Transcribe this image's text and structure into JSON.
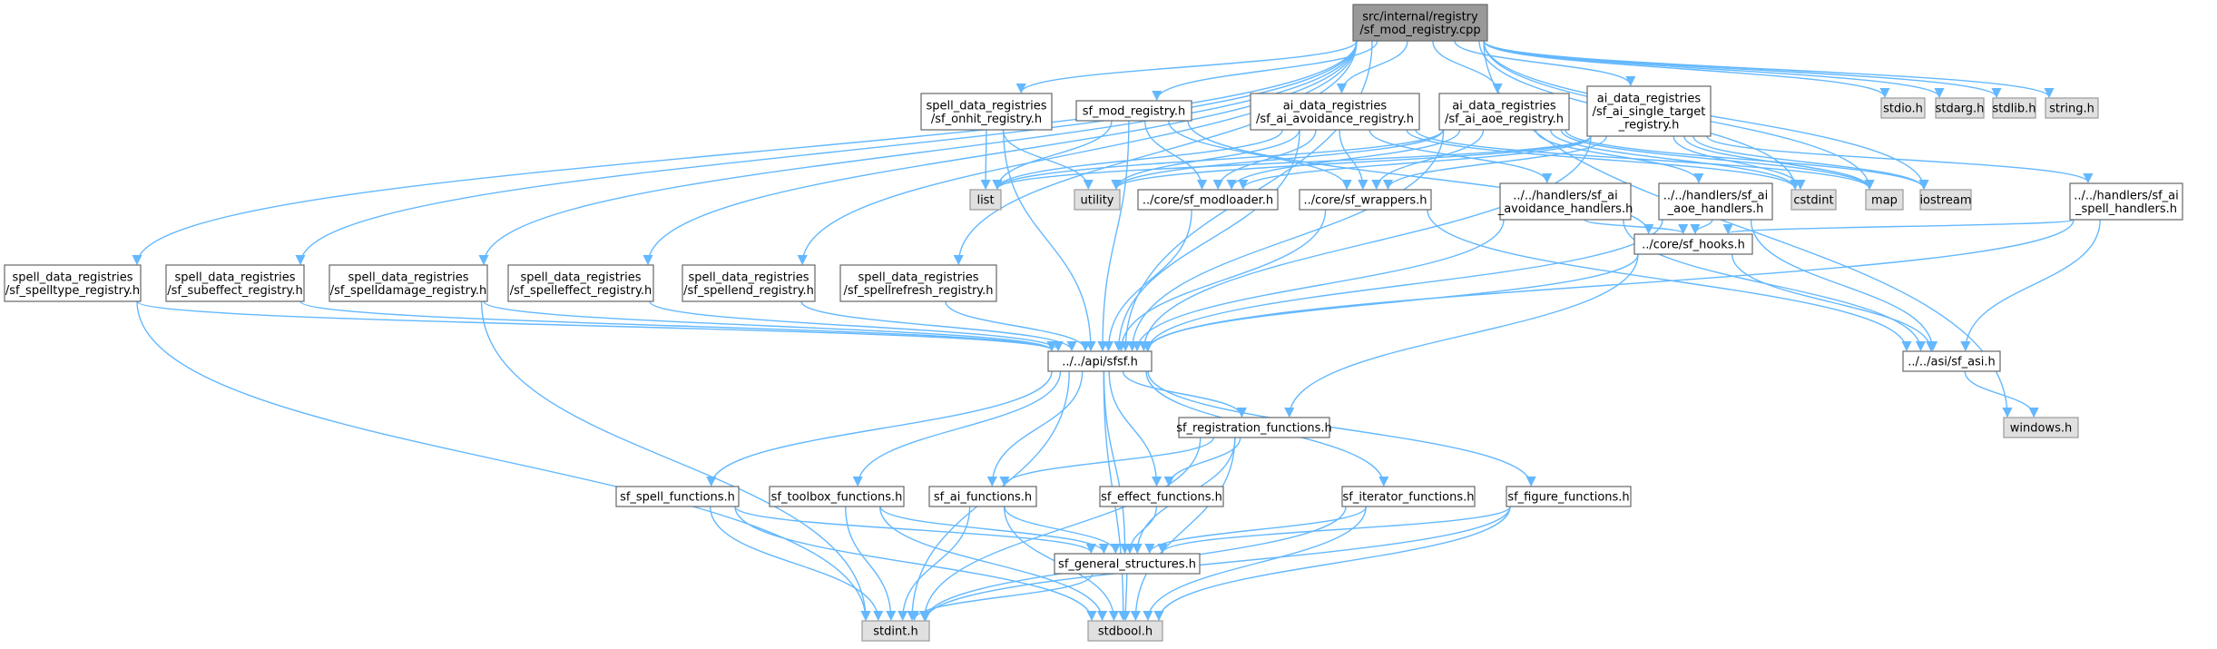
{
  "colors": {
    "edge": "#63b8ff",
    "root_fill": "#999999",
    "local_fill": "#ffffff",
    "system_fill": "#e0e0e0",
    "border": "#666666"
  },
  "nodes": [
    {
      "id": "root",
      "kind": "root",
      "lines": [
        "src/internal/registry",
        "/sf_mod_registry.cpp"
      ]
    },
    {
      "id": "stdio",
      "kind": "system",
      "lines": [
        "stdio.h"
      ]
    },
    {
      "id": "stdarg",
      "kind": "system",
      "lines": [
        "stdarg.h"
      ]
    },
    {
      "id": "stdlib",
      "kind": "system",
      "lines": [
        "stdlib.h"
      ]
    },
    {
      "id": "string",
      "kind": "system",
      "lines": [
        "string.h"
      ]
    },
    {
      "id": "onhit",
      "kind": "local",
      "lines": [
        "spell_data_registries",
        "/sf_onhit_registry.h"
      ]
    },
    {
      "id": "modreg",
      "kind": "local",
      "lines": [
        "sf_mod_registry.h"
      ]
    },
    {
      "id": "avoid",
      "kind": "local",
      "lines": [
        "ai_data_registries",
        "/sf_ai_avoidance_registry.h"
      ]
    },
    {
      "id": "aoe",
      "kind": "local",
      "lines": [
        "ai_data_registries",
        "/sf_ai_aoe_registry.h"
      ]
    },
    {
      "id": "single",
      "kind": "local",
      "lines": [
        "ai_data_registries",
        "/sf_ai_single_target",
        "_registry.h"
      ]
    },
    {
      "id": "list",
      "kind": "system",
      "lines": [
        "list"
      ]
    },
    {
      "id": "utility",
      "kind": "system",
      "lines": [
        "utility"
      ]
    },
    {
      "id": "modloader",
      "kind": "local",
      "lines": [
        "../core/sf_modloader.h"
      ]
    },
    {
      "id": "wrappers",
      "kind": "local",
      "lines": [
        "../core/sf_wrappers.h"
      ]
    },
    {
      "id": "avh",
      "kind": "local",
      "lines": [
        "../../handlers/sf_ai",
        "_avoidance_handlers.h"
      ]
    },
    {
      "id": "aoeh",
      "kind": "local",
      "lines": [
        "../../handlers/sf_ai",
        "_aoe_handlers.h"
      ]
    },
    {
      "id": "cstdint",
      "kind": "system",
      "lines": [
        "cstdint"
      ]
    },
    {
      "id": "map",
      "kind": "system",
      "lines": [
        "map"
      ]
    },
    {
      "id": "iostream",
      "kind": "system",
      "lines": [
        "iostream"
      ]
    },
    {
      "id": "spellh",
      "kind": "local",
      "lines": [
        "../../handlers/sf_ai",
        "_spell_handlers.h"
      ]
    },
    {
      "id": "spelltype",
      "kind": "local",
      "lines": [
        "spell_data_registries",
        "/sf_spelltype_registry.h"
      ]
    },
    {
      "id": "subeffect",
      "kind": "local",
      "lines": [
        "spell_data_registries",
        "/sf_subeffect_registry.h"
      ]
    },
    {
      "id": "spelldamage",
      "kind": "local",
      "lines": [
        "spell_data_registries",
        "/sf_spelldamage_registry.h"
      ]
    },
    {
      "id": "spelleffect",
      "kind": "local",
      "lines": [
        "spell_data_registries",
        "/sf_spelleffect_registry.h"
      ]
    },
    {
      "id": "spellend",
      "kind": "local",
      "lines": [
        "spell_data_registries",
        "/sf_spellend_registry.h"
      ]
    },
    {
      "id": "spellrefresh",
      "kind": "local",
      "lines": [
        "spell_data_registries",
        "/sf_spellrefresh_registry.h"
      ]
    },
    {
      "id": "hooks",
      "kind": "local",
      "lines": [
        "../core/sf_hooks.h"
      ]
    },
    {
      "id": "sfsf",
      "kind": "local",
      "lines": [
        "../../api/sfsf.h"
      ]
    },
    {
      "id": "asi",
      "kind": "local",
      "lines": [
        "../../asi/sf_asi.h"
      ]
    },
    {
      "id": "windows",
      "kind": "system",
      "lines": [
        "windows.h"
      ]
    },
    {
      "id": "regfn",
      "kind": "local",
      "lines": [
        "sf_registration_functions.h"
      ]
    },
    {
      "id": "spellfn",
      "kind": "local",
      "lines": [
        "sf_spell_functions.h"
      ]
    },
    {
      "id": "toolbox",
      "kind": "local",
      "lines": [
        "sf_toolbox_functions.h"
      ]
    },
    {
      "id": "aifn",
      "kind": "local",
      "lines": [
        "sf_ai_functions.h"
      ]
    },
    {
      "id": "effectfn",
      "kind": "local",
      "lines": [
        "sf_effect_functions.h"
      ]
    },
    {
      "id": "iterfn",
      "kind": "local",
      "lines": [
        "sf_iterator_functions.h"
      ]
    },
    {
      "id": "figfn",
      "kind": "local",
      "lines": [
        "sf_figure_functions.h"
      ]
    },
    {
      "id": "general",
      "kind": "local",
      "lines": [
        "sf_general_structures.h"
      ]
    },
    {
      "id": "stdint",
      "kind": "system",
      "lines": [
        "stdint.h"
      ]
    },
    {
      "id": "stdbool",
      "kind": "system",
      "lines": [
        "stdbool.h"
      ]
    }
  ],
  "edges": [
    [
      "root",
      "stdio"
    ],
    [
      "root",
      "stdarg"
    ],
    [
      "root",
      "stdlib"
    ],
    [
      "root",
      "string"
    ],
    [
      "root",
      "onhit"
    ],
    [
      "root",
      "modreg"
    ],
    [
      "root",
      "avoid"
    ],
    [
      "root",
      "aoe"
    ],
    [
      "root",
      "single"
    ],
    [
      "root",
      "spelltype"
    ],
    [
      "root",
      "subeffect"
    ],
    [
      "root",
      "spelldamage"
    ],
    [
      "root",
      "spelleffect"
    ],
    [
      "root",
      "spellend"
    ],
    [
      "root",
      "spellrefresh"
    ],
    [
      "root",
      "cstdint"
    ],
    [
      "root",
      "map"
    ],
    [
      "root",
      "iostream"
    ],
    [
      "root",
      "windows"
    ],
    [
      "root",
      "sfsf"
    ],
    [
      "onhit",
      "list"
    ],
    [
      "onhit",
      "utility"
    ],
    [
      "onhit",
      "sfsf"
    ],
    [
      "modreg",
      "list"
    ],
    [
      "modreg",
      "modloader"
    ],
    [
      "modreg",
      "wrappers"
    ],
    [
      "modreg",
      "hooks"
    ],
    [
      "modreg",
      "sfsf"
    ],
    [
      "avoid",
      "list"
    ],
    [
      "avoid",
      "utility"
    ],
    [
      "avoid",
      "modloader"
    ],
    [
      "avoid",
      "wrappers"
    ],
    [
      "avoid",
      "avh"
    ],
    [
      "avoid",
      "cstdint"
    ],
    [
      "avoid",
      "map"
    ],
    [
      "avoid",
      "sfsf"
    ],
    [
      "aoe",
      "list"
    ],
    [
      "aoe",
      "utility"
    ],
    [
      "aoe",
      "modloader"
    ],
    [
      "aoe",
      "wrappers"
    ],
    [
      "aoe",
      "aoeh"
    ],
    [
      "aoe",
      "cstdint"
    ],
    [
      "aoe",
      "map"
    ],
    [
      "aoe",
      "iostream"
    ],
    [
      "aoe",
      "sfsf"
    ],
    [
      "single",
      "list"
    ],
    [
      "single",
      "utility"
    ],
    [
      "single",
      "modloader"
    ],
    [
      "single",
      "wrappers"
    ],
    [
      "single",
      "spellh"
    ],
    [
      "single",
      "cstdint"
    ],
    [
      "single",
      "map"
    ],
    [
      "single",
      "iostream"
    ],
    [
      "single",
      "sfsf"
    ],
    [
      "modloader",
      "sfsf"
    ],
    [
      "wrappers",
      "sfsf"
    ],
    [
      "wrappers",
      "asi"
    ],
    [
      "avh",
      "hooks"
    ],
    [
      "avh",
      "asi"
    ],
    [
      "avh",
      "sfsf"
    ],
    [
      "aoeh",
      "hooks"
    ],
    [
      "aoeh",
      "asi"
    ],
    [
      "aoeh",
      "sfsf"
    ],
    [
      "spellh",
      "hooks"
    ],
    [
      "spellh",
      "asi"
    ],
    [
      "spellh",
      "sfsf"
    ],
    [
      "hooks",
      "sfsf"
    ],
    [
      "hooks",
      "asi"
    ],
    [
      "hooks",
      "regfn"
    ],
    [
      "asi",
      "windows"
    ],
    [
      "spelltype",
      "sfsf"
    ],
    [
      "spelltype",
      "stdint"
    ],
    [
      "subeffect",
      "sfsf"
    ],
    [
      "spelldamage",
      "sfsf"
    ],
    [
      "spelldamage",
      "stdint"
    ],
    [
      "spelleffect",
      "sfsf"
    ],
    [
      "spellend",
      "sfsf"
    ],
    [
      "spellrefresh",
      "sfsf"
    ],
    [
      "sfsf",
      "regfn"
    ],
    [
      "sfsf",
      "spellfn"
    ],
    [
      "sfsf",
      "toolbox"
    ],
    [
      "sfsf",
      "aifn"
    ],
    [
      "sfsf",
      "effectfn"
    ],
    [
      "sfsf",
      "iterfn"
    ],
    [
      "sfsf",
      "figfn"
    ],
    [
      "sfsf",
      "general"
    ],
    [
      "sfsf",
      "stdint"
    ],
    [
      "sfsf",
      "stdbool"
    ],
    [
      "regfn",
      "aifn"
    ],
    [
      "regfn",
      "effectfn"
    ],
    [
      "regfn",
      "general"
    ],
    [
      "regfn",
      "stdint"
    ],
    [
      "regfn",
      "stdbool"
    ],
    [
      "spellfn",
      "general"
    ],
    [
      "spellfn",
      "stdint"
    ],
    [
      "spellfn",
      "stdbool"
    ],
    [
      "toolbox",
      "general"
    ],
    [
      "toolbox",
      "stdint"
    ],
    [
      "toolbox",
      "stdbool"
    ],
    [
      "aifn",
      "general"
    ],
    [
      "aifn",
      "stdint"
    ],
    [
      "aifn",
      "stdbool"
    ],
    [
      "effectfn",
      "general"
    ],
    [
      "iterfn",
      "general"
    ],
    [
      "iterfn",
      "stdint"
    ],
    [
      "iterfn",
      "stdbool"
    ],
    [
      "figfn",
      "general"
    ],
    [
      "figfn",
      "stdint"
    ],
    [
      "figfn",
      "stdbool"
    ],
    [
      "general",
      "stdint"
    ],
    [
      "general",
      "stdbool"
    ]
  ]
}
